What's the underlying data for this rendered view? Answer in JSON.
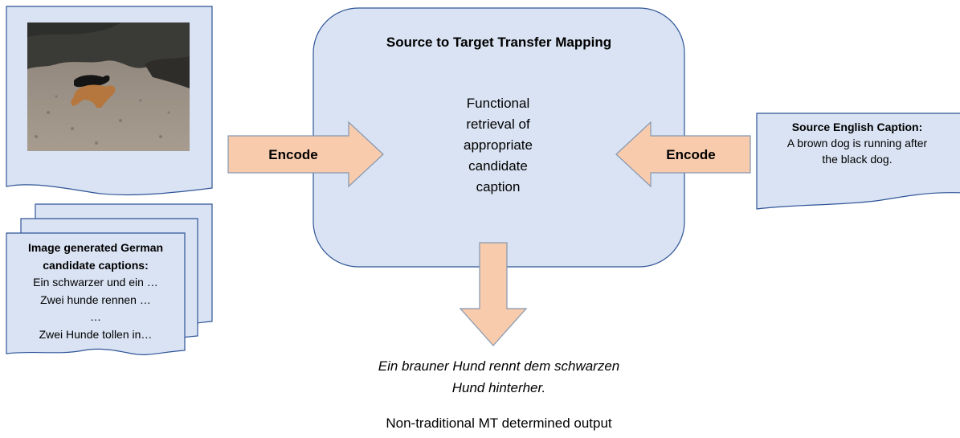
{
  "center": {
    "title": "Source to Target Transfer Mapping",
    "body_lines": [
      "Functional",
      "retrieval of",
      "appropriate",
      "candidate",
      "caption"
    ]
  },
  "left_arrow": {
    "label": "Encode"
  },
  "right_arrow": {
    "label": "Encode"
  },
  "source_caption": {
    "heading": "Source English Caption:",
    "lines": [
      "A brown dog is running after",
      "the black dog."
    ]
  },
  "candidates": {
    "heading_lines": [
      "Image generated German",
      "candidate captions:"
    ],
    "lines": [
      "Ein schwarzer und ein …",
      "Zwei hunde rennen …",
      "…",
      "Zwei Hunde tollen in…"
    ]
  },
  "output": {
    "lines": [
      "Ein brauner Hund rennt dem schwarzen",
      "Hund hinterher."
    ],
    "note": "Non-traditional MT determined output"
  },
  "colors": {
    "panel_fill": "#dae3f3",
    "panel_stroke": "#2f5597",
    "arrow_fill": "#f8cbad",
    "arrow_stroke": "#8497b0"
  }
}
